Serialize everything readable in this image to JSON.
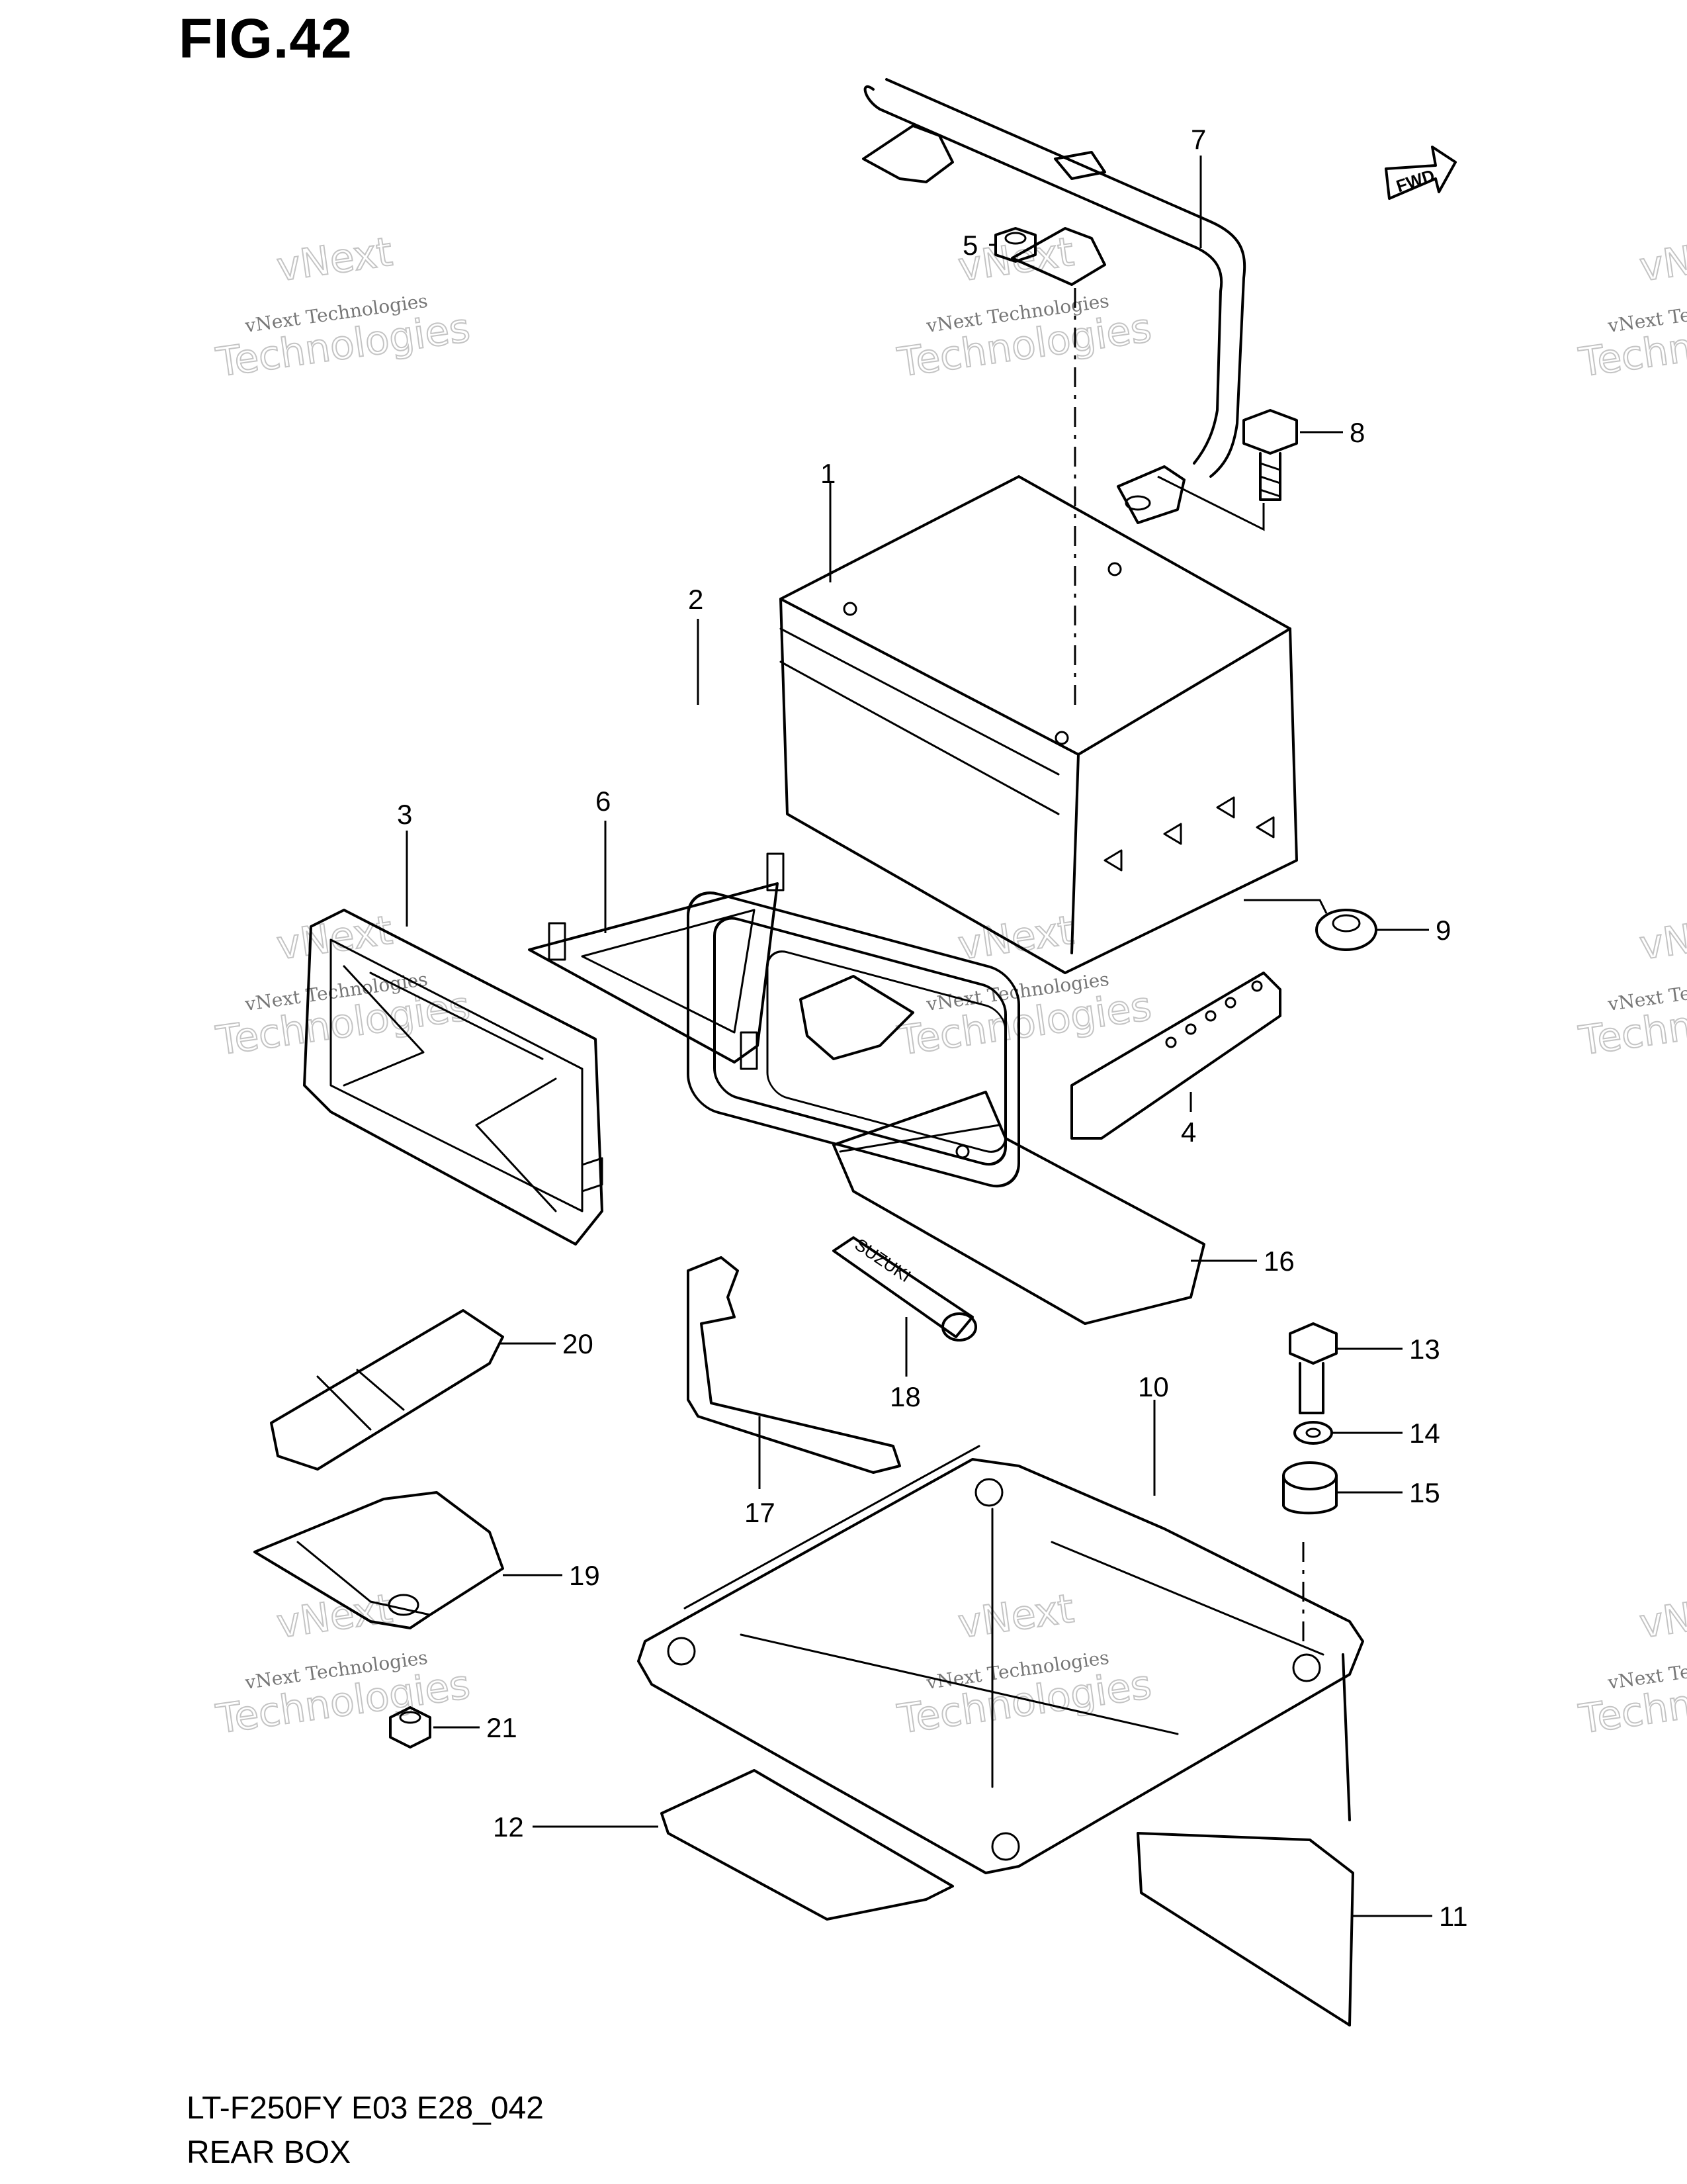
{
  "figure": {
    "title": "FIG.42",
    "model_code": "LT-F250FY E03 E28_042",
    "section_name": "REAR BOX"
  },
  "fwd_badge": "FWD",
  "callouts": [
    {
      "id": "c1",
      "label": "1"
    },
    {
      "id": "c2",
      "label": "2"
    },
    {
      "id": "c3",
      "label": "3"
    },
    {
      "id": "c4",
      "label": "4"
    },
    {
      "id": "c5",
      "label": "5"
    },
    {
      "id": "c6",
      "label": "6"
    },
    {
      "id": "c7",
      "label": "7"
    },
    {
      "id": "c8",
      "label": "8"
    },
    {
      "id": "c9",
      "label": "9"
    },
    {
      "id": "c10",
      "label": "10"
    },
    {
      "id": "c11",
      "label": "11"
    },
    {
      "id": "c12",
      "label": "12"
    },
    {
      "id": "c13",
      "label": "13"
    },
    {
      "id": "c14",
      "label": "14"
    },
    {
      "id": "c15",
      "label": "15"
    },
    {
      "id": "c16",
      "label": "16"
    },
    {
      "id": "c17",
      "label": "17"
    },
    {
      "id": "c18",
      "label": "18"
    },
    {
      "id": "c19",
      "label": "19"
    },
    {
      "id": "c20",
      "label": "20"
    },
    {
      "id": "c21",
      "label": "21"
    }
  ],
  "part_markings": {
    "tool_tube_text": "SUZUKI"
  },
  "watermark": {
    "line_small": "vNext Technologies",
    "line_big_1": "vNext",
    "line_big_2": "Technologies"
  }
}
